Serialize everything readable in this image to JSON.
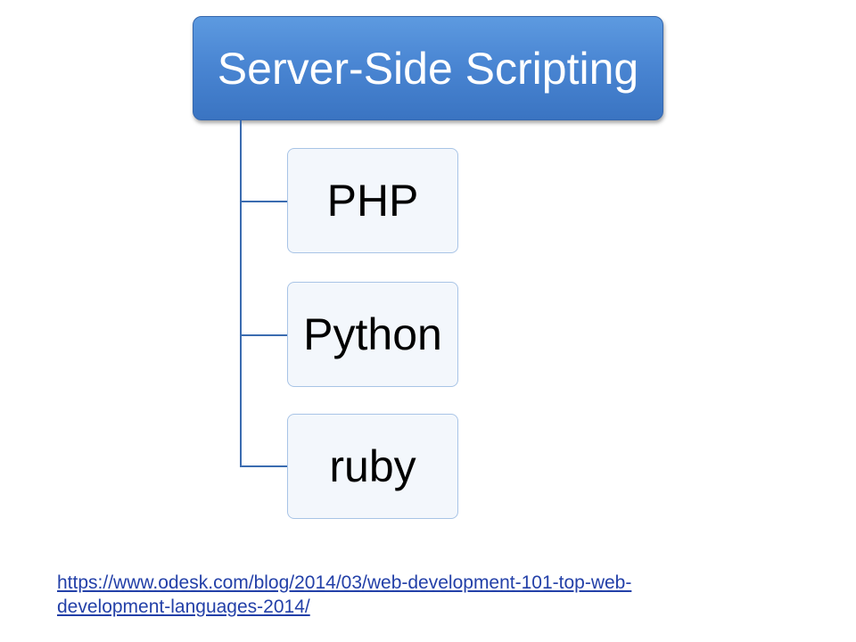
{
  "diagram": {
    "root": {
      "label": "Server-Side Scripting"
    },
    "children": [
      {
        "label": "PHP"
      },
      {
        "label": "Python"
      },
      {
        "label": "ruby"
      }
    ]
  },
  "source": {
    "line1": "https://www.odesk.com/blog/2014/03/web-development-101-top-web-",
    "line2": "development-languages-2014/"
  },
  "colors": {
    "root_fill": "#4a86d3",
    "connector": "#3b6cb0",
    "child_fill": "#f3f7fc",
    "child_border": "#a8c4e6",
    "link": "#2340a8"
  }
}
